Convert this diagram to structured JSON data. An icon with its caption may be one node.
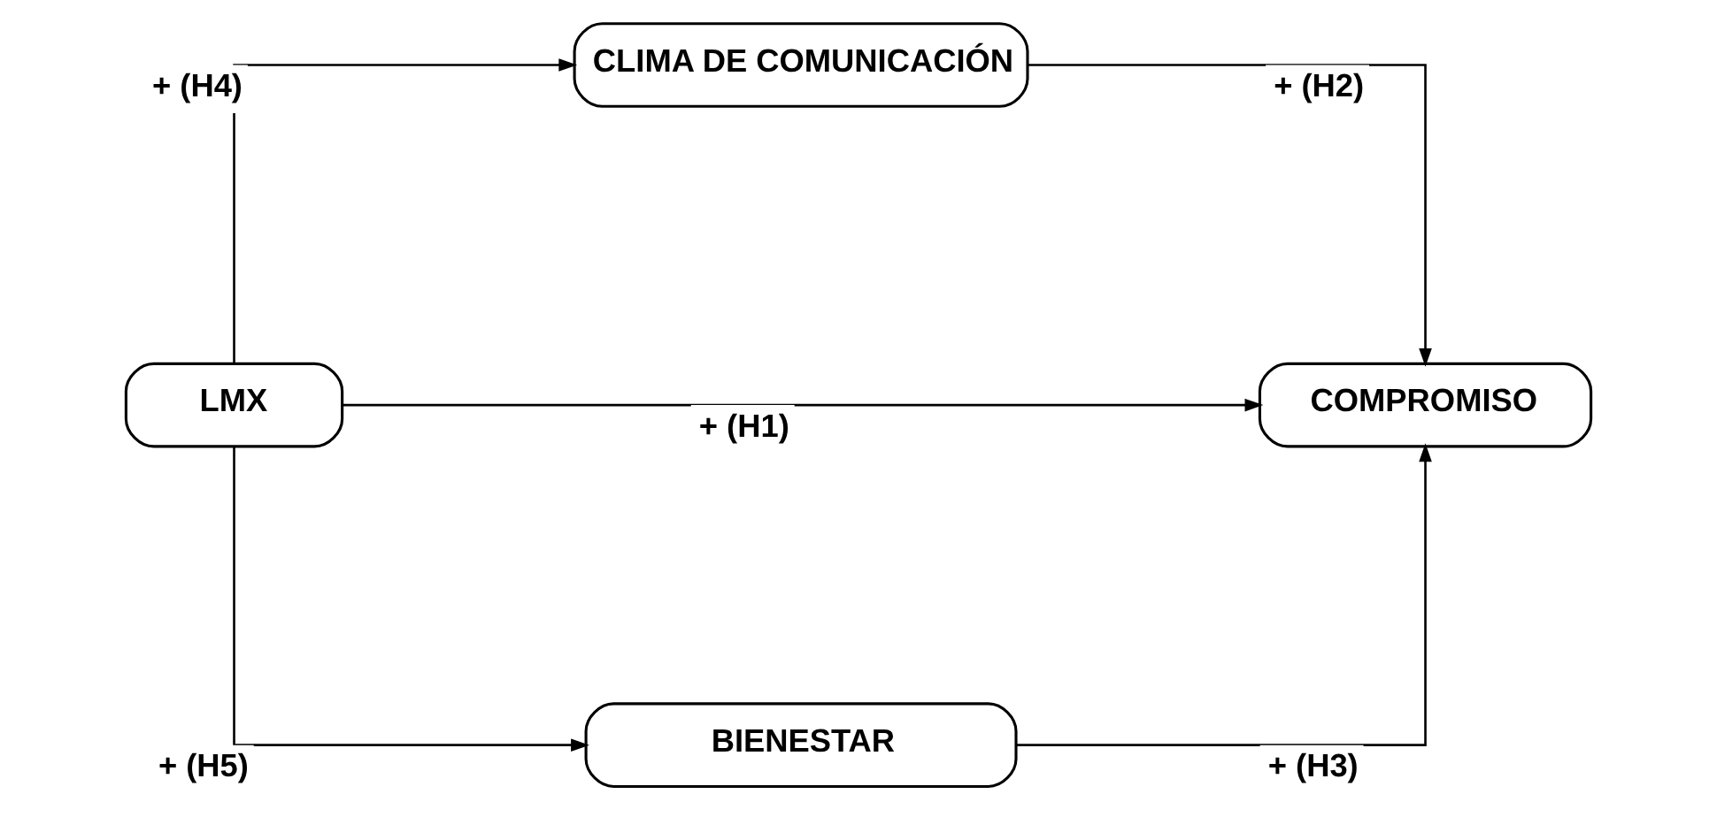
{
  "diagram": {
    "nodes": [
      {
        "text": [
          "LMX"
        ]
      },
      {
        "text": [
          "CLIMA DE COMUNICACIÓN"
        ]
      },
      {
        "text": [
          "COMPROMISO"
        ]
      },
      {
        "text": [
          "BIENESTAR"
        ]
      }
    ],
    "edges": [
      {
        "from": 0,
        "to": 1,
        "arrow": "to",
        "label": "+ (H4)"
      },
      {
        "from": 1,
        "to": 2,
        "arrow": "to",
        "label": "+ (H2)"
      },
      {
        "from": 0,
        "to": 2,
        "arrow": "to",
        "label": "+ (H1)"
      },
      {
        "from": 0,
        "to": 3,
        "arrow": "to",
        "label": "+ (H5)"
      },
      {
        "from": 3,
        "to": 2,
        "arrow": "to",
        "label": "+ (H3)"
      }
    ]
  }
}
